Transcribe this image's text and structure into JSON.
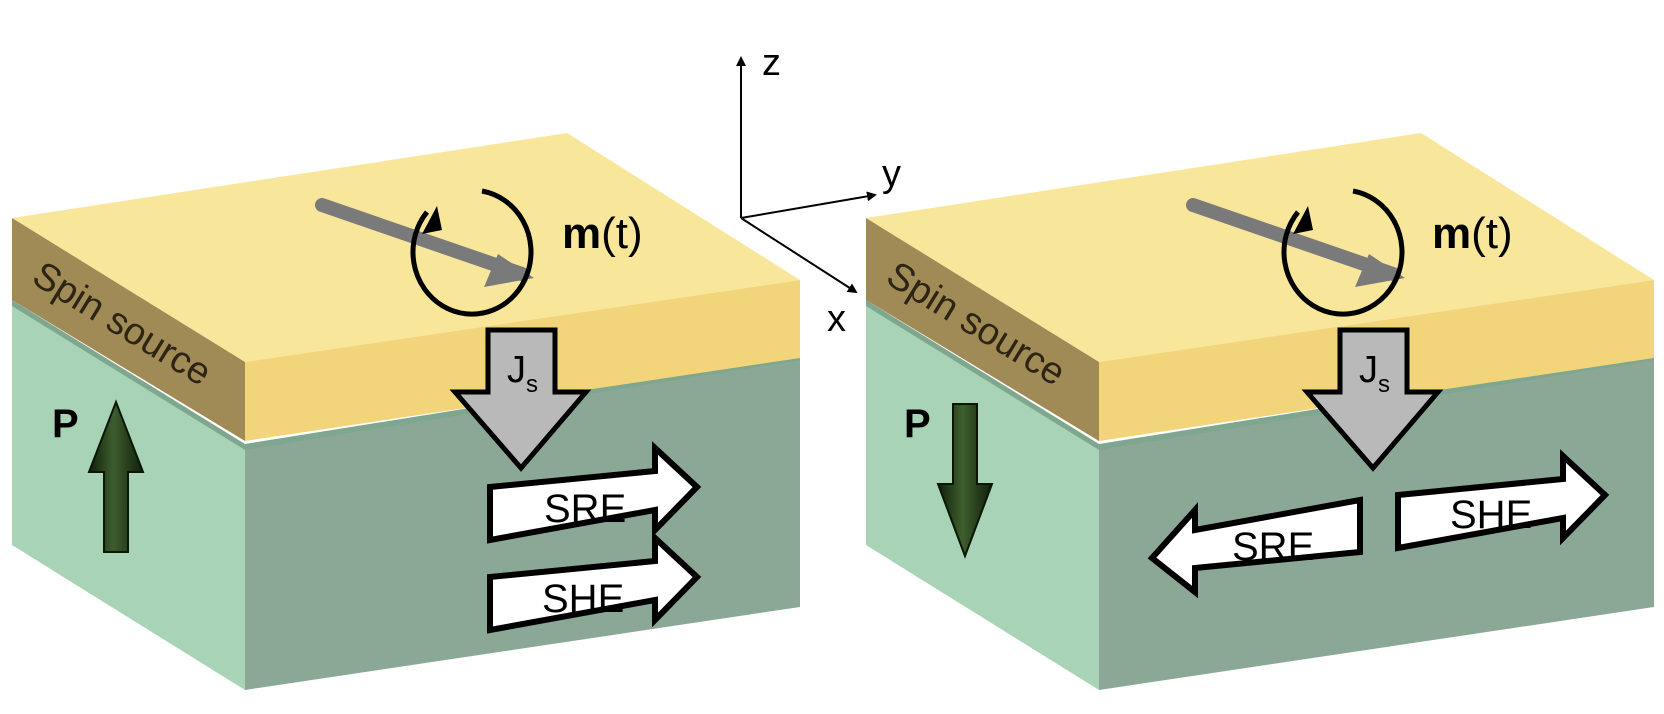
{
  "axes": {
    "z": "z",
    "y": "y",
    "x": "x"
  },
  "panels": [
    {
      "id": "left",
      "layer_label": "Spin source",
      "magnetization_label": "m",
      "magnetization_arg": "(t)",
      "spin_current_label": "J",
      "spin_current_sub": "s",
      "polarization_label": "P",
      "polarization_direction": "up",
      "arrow_sre": "SRE",
      "arrow_she": "SHE",
      "sre_direction": "right",
      "she_direction": "right"
    },
    {
      "id": "right",
      "layer_label": "Spin source",
      "magnetization_label": "m",
      "magnetization_arg": "(t)",
      "spin_current_label": "J",
      "spin_current_sub": "s",
      "polarization_label": "P",
      "polarization_direction": "down",
      "arrow_sre": "SRE",
      "arrow_she": "SHE",
      "sre_direction": "left",
      "she_direction": "right"
    }
  ],
  "colors": {
    "spin_top": "#f8e79a",
    "spin_front": "#f2d57a",
    "spin_side": "#a08a55",
    "substrate_top": "#7fa68f",
    "substrate_front": "#8ba897",
    "substrate_side": "#a9d3b6",
    "p_arrow": "#233a19",
    "js_arrow": "#b9b9b9",
    "m_arrow": "#8a8a8a"
  }
}
